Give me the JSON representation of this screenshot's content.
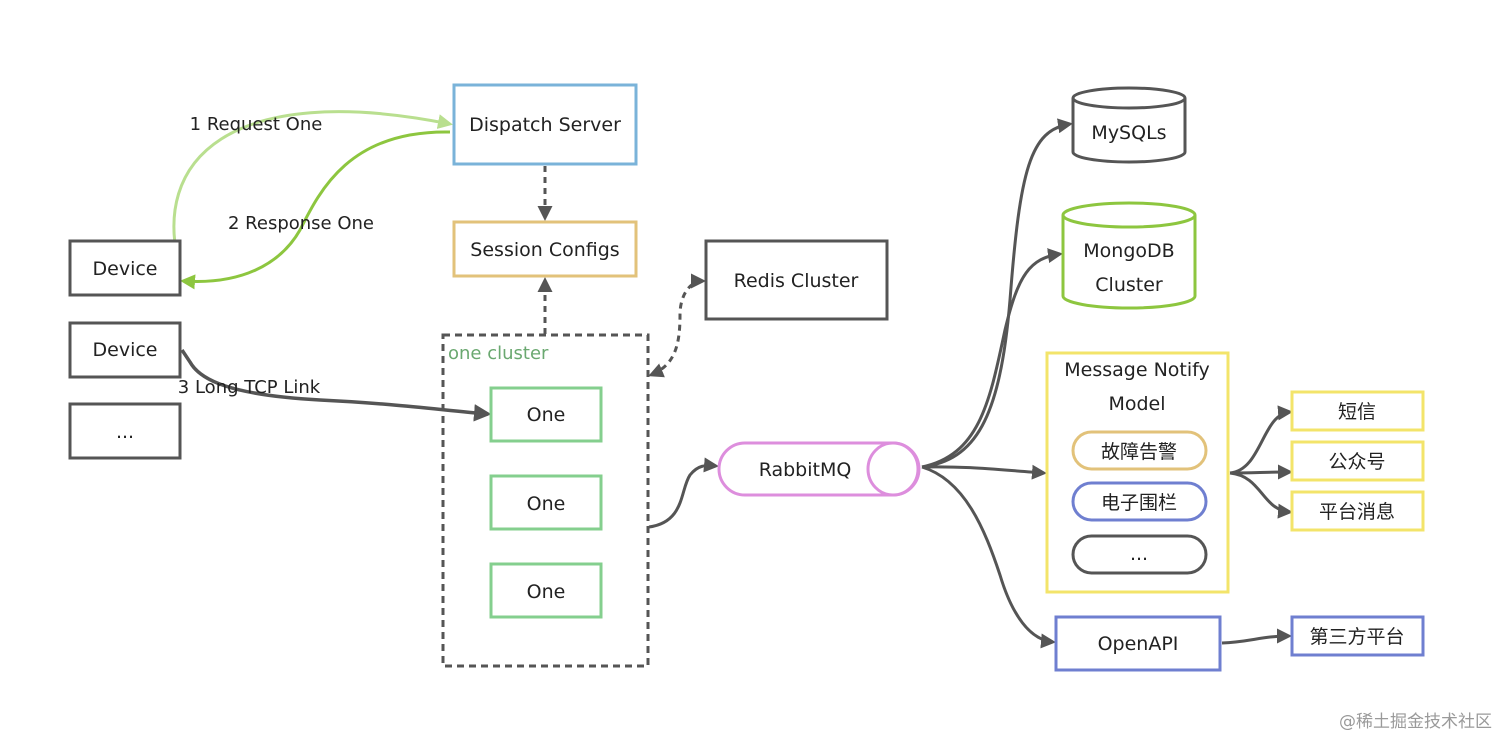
{
  "colors": {
    "dark": "#555555",
    "blue": "#7ab3d9",
    "orange": "#e2c27a",
    "green": "#84cf8e",
    "light_green": "#b9df8f",
    "lime": "#8dc63f",
    "pink": "#dd8edd",
    "yellow": "#f3e46a",
    "indigo": "#6f7fd0"
  },
  "nodes": {
    "dispatch_server": "Dispatch Server",
    "session_configs": "Session Configs",
    "redis_cluster": "Redis Cluster",
    "device_1": "Device",
    "device_2": "Device",
    "device_more": "...",
    "cluster_label": "one cluster",
    "one_1": "One",
    "one_2": "One",
    "one_3": "One",
    "rabbitmq": "RabbitMQ",
    "mysqls": "MySQLs",
    "mongodb_line1": "MongoDB",
    "mongodb_line2": "Cluster",
    "notify_title_line1": "Message Notify",
    "notify_title_line2": "Model",
    "notify_items": [
      "故障告警",
      "电子围栏",
      "..."
    ],
    "channels": [
      "短信",
      "公众号",
      "平台消息"
    ],
    "openapi": "OpenAPI",
    "third_party": "第三方平台"
  },
  "edges": {
    "request": "1 Request One",
    "response": "2 Response One",
    "tcp_link": "3 Long TCP Link"
  },
  "watermark": "@稀土掘金技术社区"
}
